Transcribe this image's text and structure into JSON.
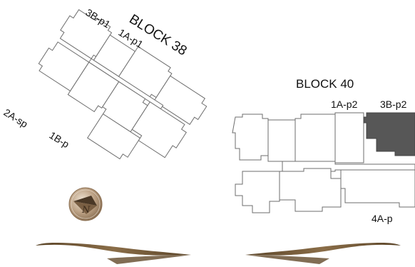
{
  "block_38": {
    "title": "BLOCK 38",
    "units": [
      "3B-p1",
      "1A-p1",
      "2A-sp",
      "1B-p"
    ]
  },
  "block_40": {
    "title": "BLOCK 40",
    "units": [
      "1A-p2",
      "3B-p2",
      "4A-p"
    ],
    "selected_unit": "3B-p2"
  },
  "compass": {
    "letter": "N",
    "icon": "north-compass-icon"
  },
  "colors": {
    "outline": "#6e6e6e",
    "selected_fill": "#575757",
    "ornament": "#6b5436",
    "compass_bronze": "#a88a69"
  }
}
